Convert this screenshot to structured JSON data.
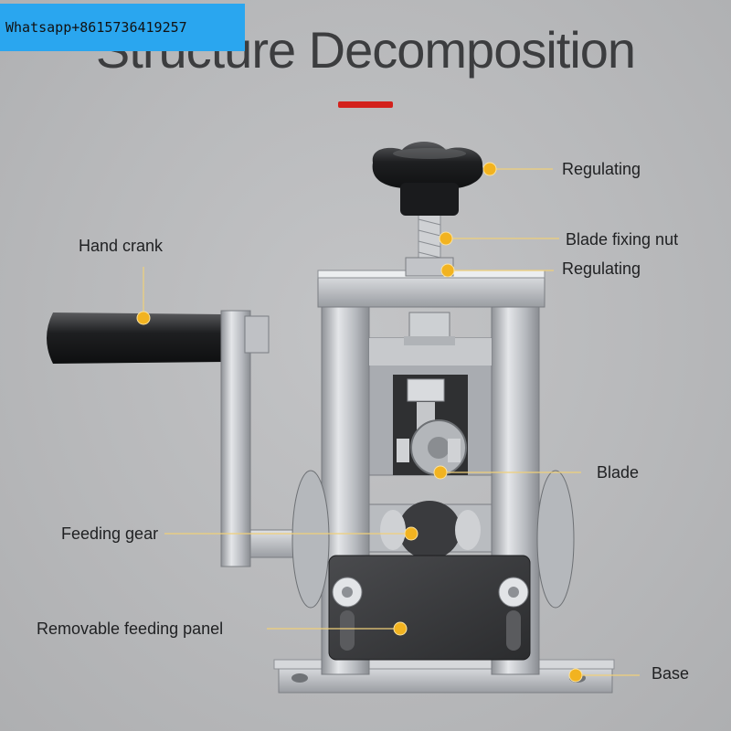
{
  "watermark": {
    "text": "Whatsapp+8615736419257"
  },
  "title": {
    "text": "Structure Decomposition"
  },
  "colors": {
    "accent": "#d3211c",
    "callout": "#f2b320",
    "background": "#b8b9bb",
    "watermark_bg": "#2aa6ef"
  },
  "labels": {
    "regulating_top": "Regulating",
    "blade_fixing_nut": "Blade fixing nut",
    "regulating_mid": "Regulating",
    "hand_crank": "Hand crank",
    "blade": "Blade",
    "feeding_gear": "Feeding gear",
    "removable_feeding_panel": "Removable feeding panel",
    "base": "Base"
  }
}
